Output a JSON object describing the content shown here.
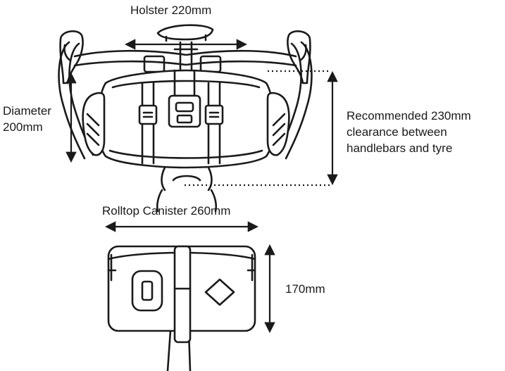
{
  "labels": {
    "holster": "Holster 220mm",
    "diameter_line1": "Diameter",
    "diameter_line2": "200mm",
    "clearance_line1": "Recommended 230mm",
    "clearance_line2": "clearance between",
    "clearance_line3": "handlebars and tyre",
    "canister": "Rolltop Canister 260mm",
    "height": "170mm"
  },
  "colors": {
    "line": "#1a1a1a",
    "panel": "#ffffff"
  }
}
